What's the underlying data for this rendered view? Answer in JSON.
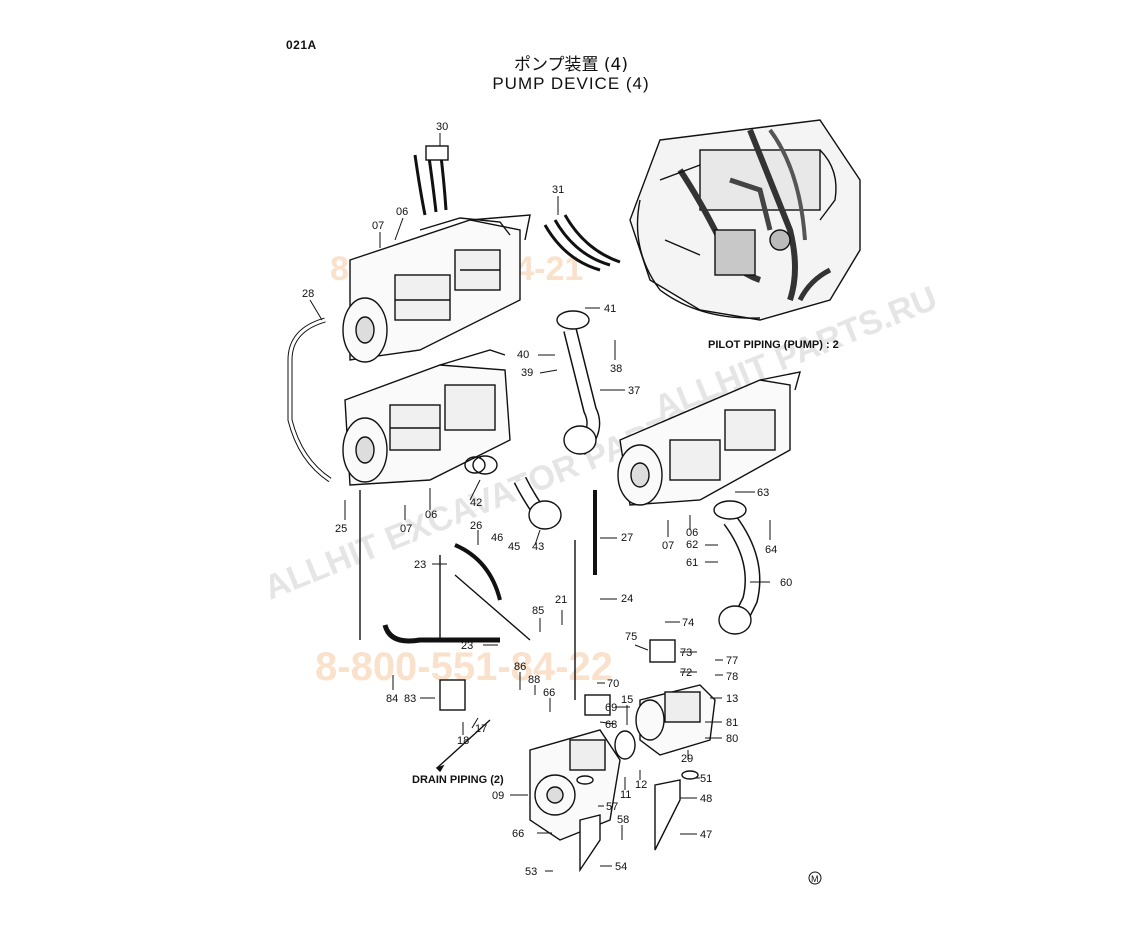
{
  "page_code": "021A",
  "title_jp": "ポンプ装置 (4)",
  "title_en": "PUMP DEVICE (4)",
  "notes": {
    "pilot_piping": "PILOT PIPING (PUMP) : 2",
    "drain_piping": "DRAIN PIPING (2)"
  },
  "watermarks": {
    "phone_top": "8-800-551-84-21",
    "phone_bottom": "8-800-551-84-22",
    "site_diagonal": "ALLHIT EXCAVATOR PARTS.RU",
    "site_right": "ALLHIT PARTS.RU"
  },
  "marker": "M",
  "part_labels": {
    "p30": "30",
    "p31": "31",
    "p07a": "07",
    "p06a": "06",
    "p28": "28",
    "p41": "41",
    "p40": "40",
    "p38": "38",
    "p39": "39",
    "p37": "37",
    "p42": "42",
    "p43": "43",
    "p46": "46",
    "p45": "45",
    "p25": "25",
    "p07b": "07",
    "p06b": "06",
    "p26": "26",
    "p27": "27",
    "p23a": "23",
    "p63": "63",
    "p07c": "07",
    "p06c": "06",
    "p62": "62",
    "p61": "61",
    "p64": "64",
    "p60": "60",
    "p24": "24",
    "p21": "21",
    "p85": "85",
    "p74": "74",
    "p75": "75",
    "p73": "73",
    "p77": "77",
    "p72": "72",
    "p78": "78",
    "p23b": "23",
    "p86": "86",
    "p88": "88",
    "p66a": "66",
    "p70": "70",
    "p84": "84",
    "p83": "83",
    "p17": "17",
    "p18": "18",
    "p15": "15",
    "p69": "69",
    "p68": "68",
    "p13": "13",
    "p81": "81",
    "p80": "80",
    "p29": "29",
    "p51": "51",
    "p12": "12",
    "p11": "11",
    "p09": "09",
    "p57": "57",
    "p48": "48",
    "p58": "58",
    "p66b": "66",
    "p47": "47",
    "p54": "54",
    "p53": "53"
  }
}
